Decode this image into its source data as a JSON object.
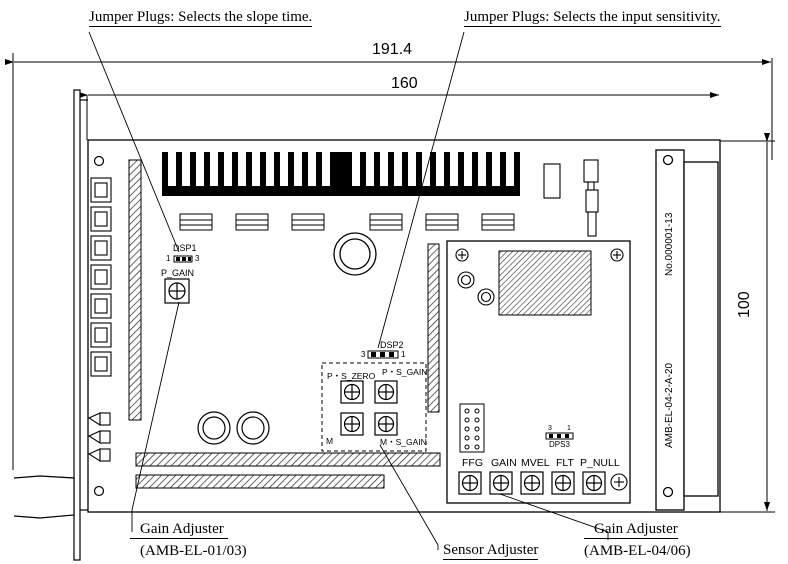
{
  "callouts": {
    "jumper_slope": "Jumper Plugs: Selects the slope time.",
    "jumper_sensitivity": "Jumper Plugs: Selects the input sensitivity.",
    "gain_adjuster_left_title": "Gain Adjuster",
    "gain_adjuster_left_model": "(AMB-EL-01/03)",
    "sensor_adjuster": "Sensor Adjuster",
    "gain_adjuster_right_title": "Gain Adjuster",
    "gain_adjuster_right_model": "(AMB-EL-04/06)"
  },
  "dimensions": {
    "overall_width": "191.4",
    "board_width": "160",
    "board_height": "100"
  },
  "board_labels": {
    "dsp1": "DSP1",
    "dsp1_pin_left": "1",
    "dsp1_pin_right": "3",
    "p_gain": "P_GAIN",
    "dsp2": "DSP2",
    "dsp2_pin_left": "3",
    "dsp2_pin_right": "1",
    "p_s_zero": "P・S_ZERO",
    "p_s_gain": "P・S_GAIN",
    "m_left": "M",
    "m_s_gain": "M・S_GAIN",
    "dps3": "DPS3",
    "dps3_pin_left": "3",
    "dps3_pin_right": "1",
    "ffg": "FFG",
    "gain": "GAIN",
    "mvel": "MVEL",
    "flt": "FLT",
    "p_null": "P_NULL",
    "serial_no": "No.000001-13",
    "model_no": "AMB-EL-04-2-A-20"
  }
}
